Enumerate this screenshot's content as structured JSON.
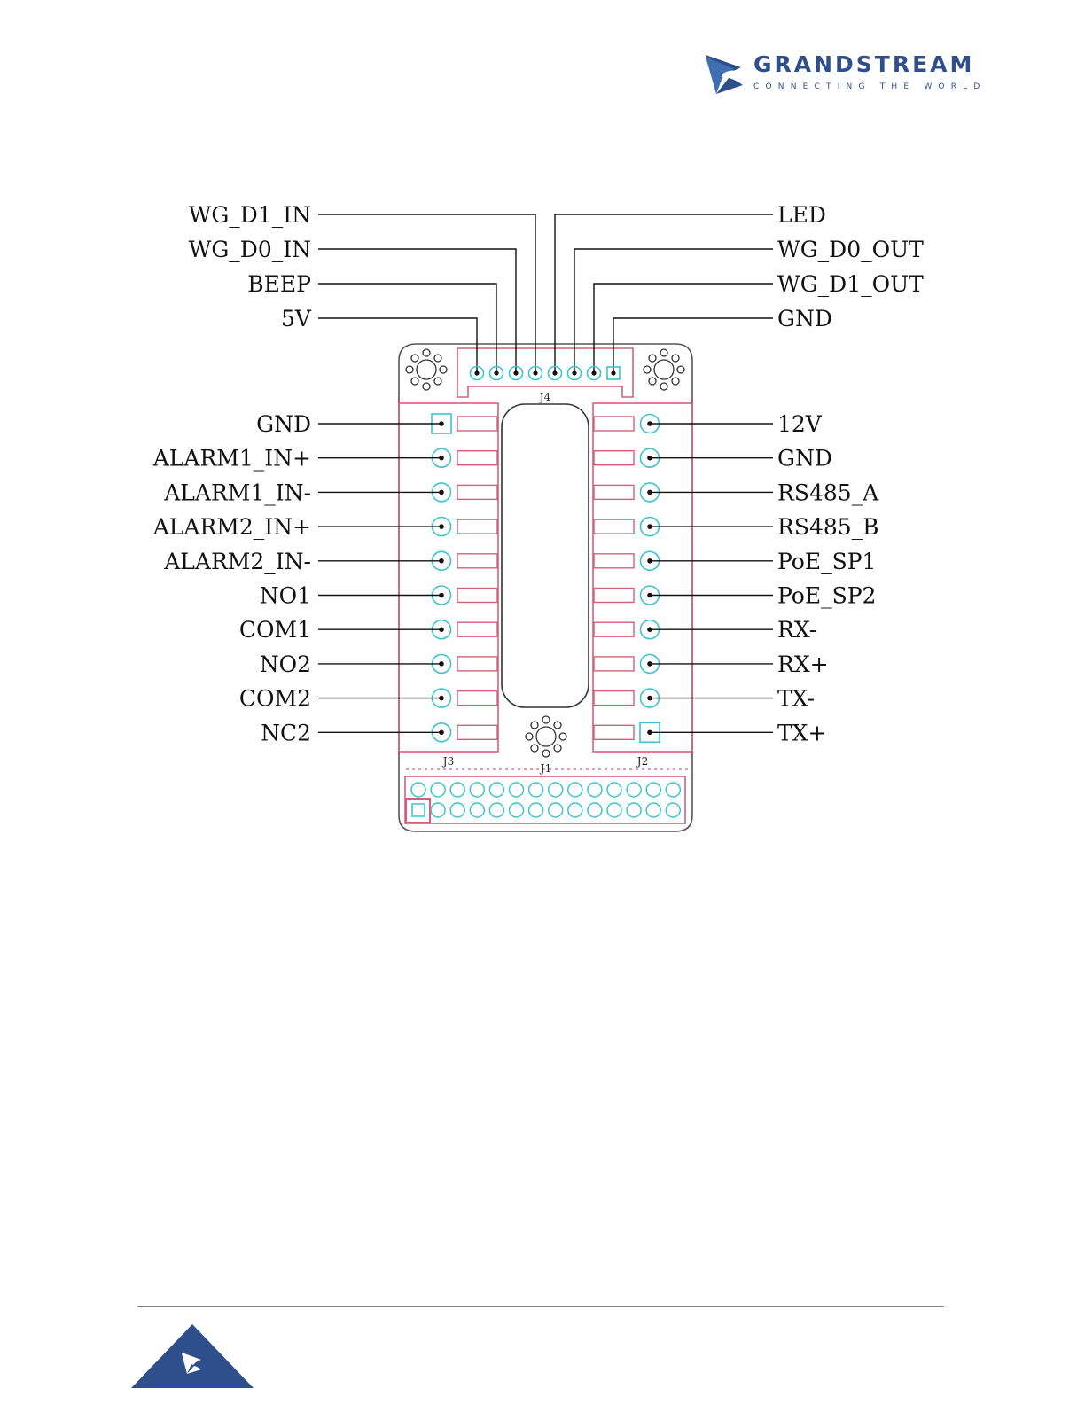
{
  "header": {
    "brand_name": "GRANDSTREAM",
    "brand_tagline": "CONNECTING THE WORLD"
  },
  "colors": {
    "brand": "#2e4f8c",
    "board_outline": "#d4607a",
    "pin_cyan": "#3cc4d0",
    "leader": "#111111"
  },
  "diagram": {
    "top_left_labels": [
      "WG_D1_IN",
      "WG_D0_IN",
      "BEEP",
      "5V"
    ],
    "top_right_labels": [
      "LED",
      "WG_D0_OUT",
      "WG_D1_OUT",
      "GND"
    ],
    "left_labels": [
      "GND",
      "ALARM1_IN+",
      "ALARM1_IN-",
      "ALARM2_IN+",
      "ALARM2_IN-",
      "NO1",
      "COM1",
      "NO2",
      "COM2",
      "NC2"
    ],
    "right_labels": [
      "12V",
      "GND",
      "RS485_A",
      "RS485_B",
      "PoE_SP1",
      "PoE_SP2",
      "RX-",
      "RX+",
      "TX-",
      "TX+"
    ],
    "connectors": {
      "j4": "J4",
      "j3": "J3",
      "j1": "J1",
      "j2": "J2"
    }
  },
  "footer": {
    "badge_icon": "grandstream-logo-icon"
  }
}
